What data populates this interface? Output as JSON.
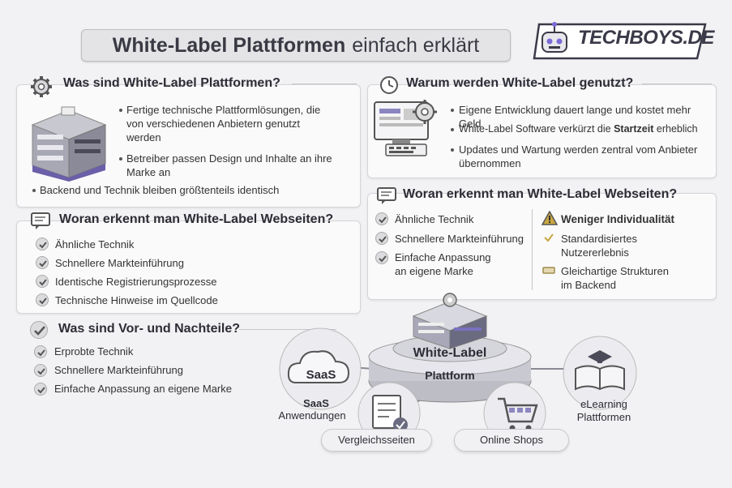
{
  "header": {
    "title_bold": "White-Label Plattformen",
    "title_rest": "einfach erklärt",
    "logo_text": "TECHBOYS.DE"
  },
  "what_is": {
    "title": "Was sind White-Label Plattformen?",
    "items": [
      "Fertige technische Plattformlösungen, die von verschiedenen Anbietern genutzt werden",
      "Betreiber passen Design und Inhalte an ihre Marke an",
      "Backend und Technik bleiben größtenteils identisch"
    ]
  },
  "why_used": {
    "title": "Warum werden White-Label genutzt?",
    "items": [
      "Eigene Entwicklung dauert lange und kostet mehr Geld",
      "White-Label Software verkürzt die",
      "Startzeit",
      "erheblich",
      "Updates und Wartung werden zentral vom Anbieter übernommen"
    ]
  },
  "recognize_left": {
    "title": "Woran erkennt man White-Label Webseiten?",
    "items": [
      "Ähnliche Technik",
      "Schnellere Markteinführung",
      "Identische Registrierungsprozesse",
      "Technische Hinweise im Quellcode"
    ]
  },
  "recognize_right": {
    "title": "Woran erkennt man White-Label Webseiten?",
    "left_items": [
      "Ähnliche Technik",
      "Schnellere Markteinführung",
      "Einfache Anpassung an eigene Marke"
    ],
    "right_title": "Weniger Individualität",
    "right_items": [
      "Standardisiertes Nutzererlebnis",
      "Gleichartige Strukturen im Backend"
    ]
  },
  "pros_cons": {
    "title": "Was sind Vor- und Nachteile?",
    "items": [
      "Erprobte Technik",
      "Schnellere Markteinführung",
      "Einfache Anpassung an eigene Marke"
    ]
  },
  "diagram": {
    "center_line1": "White-Label",
    "center_line2": "Plattform",
    "saas_badge": "SaaS",
    "saas_label1": "SaaS",
    "saas_label2": "Anwendungen",
    "compare_label": "Vergleichsseiten",
    "shops_label": "Online Shops",
    "elearn_label1": "eLearning",
    "elearn_label2": "Plattformen"
  },
  "colors": {
    "background": "#f2f2f4",
    "accent_purple": "#5b5590",
    "warning": "#c9a640"
  }
}
